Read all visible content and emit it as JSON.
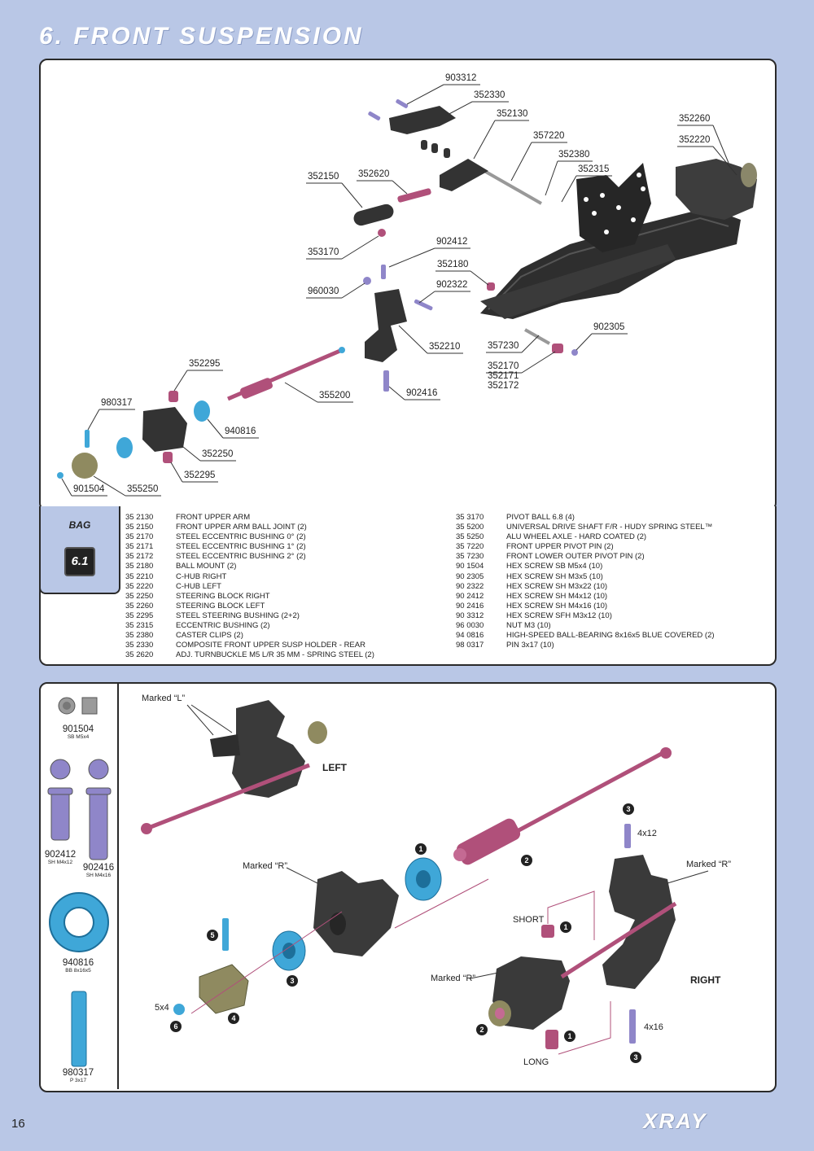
{
  "page": {
    "title": "6. FRONT SUSPENSION",
    "page_number": "16",
    "brand": "XRAY"
  },
  "diagram": {
    "labels": {
      "l903312": "903312",
      "l352330": "352330",
      "l352130": "352130",
      "l357220": "357220",
      "l352380": "352380",
      "l352315": "352315",
      "l352260": "352260",
      "l352220": "352220",
      "l352150": "352150",
      "l352620": "352620",
      "l353170": "353170",
      "l902412": "902412",
      "l352180": "352180",
      "l960030": "960030",
      "l902322": "902322",
      "l902305": "902305",
      "l357230": "357230",
      "l352210": "352210",
      "l352170": "352170",
      "l352171": "352171",
      "l352172": "352172",
      "l352295a": "352295",
      "l355200": "355200",
      "l902416": "902416",
      "l980317": "980317",
      "l940816": "940816",
      "l352250": "352250",
      "l352295b": "352295",
      "l901504": "901504",
      "l355250": "355250"
    }
  },
  "bag": {
    "label": "BAG",
    "number": "6.1"
  },
  "parts_left": [
    {
      "code": "35 2130",
      "desc": "FRONT UPPER ARM"
    },
    {
      "code": "35 2150",
      "desc": "FRONT UPPER ARM BALL JOINT (2)"
    },
    {
      "code": "35 2170",
      "desc": "STEEL ECCENTRIC BUSHING 0° (2)"
    },
    {
      "code": "35 2171",
      "desc": "STEEL ECCENTRIC BUSHING 1° (2)"
    },
    {
      "code": "35 2172",
      "desc": "STEEL ECCENTRIC BUSHING 2° (2)"
    },
    {
      "code": "35 2180",
      "desc": "BALL MOUNT (2)"
    },
    {
      "code": "35 2210",
      "desc": "C-HUB RIGHT"
    },
    {
      "code": "35 2220",
      "desc": "C-HUB LEFT"
    },
    {
      "code": "35 2250",
      "desc": "STEERING BLOCK RIGHT"
    },
    {
      "code": "35 2260",
      "desc": "STEERING BLOCK LEFT"
    },
    {
      "code": "35 2295",
      "desc": "STEEL STEERING BUSHING (2+2)"
    },
    {
      "code": "35 2315",
      "desc": "ECCENTRIC BUSHING (2)"
    },
    {
      "code": "35 2380",
      "desc": "CASTER CLIPS (2)"
    },
    {
      "code": "35 2330",
      "desc": "COMPOSITE FRONT UPPER SUSP HOLDER - REAR"
    },
    {
      "code": "35 2620",
      "desc": "ADJ. TURNBUCKLE M5 L/R 35 MM  - SPRING STEEL (2)"
    }
  ],
  "parts_right": [
    {
      "code": "35 3170",
      "desc": "PIVOT BALL 6.8 (4)"
    },
    {
      "code": "35 5200",
      "desc": "UNIVERSAL DRIVE SHAFT F/R - HUDY SPRING STEEL™"
    },
    {
      "code": "35 5250",
      "desc": "ALU WHEEL AXLE - HARD COATED (2)"
    },
    {
      "code": "35 7220",
      "desc": "FRONT UPPER PIVOT PIN (2)"
    },
    {
      "code": "35 7230",
      "desc": "FRONT LOWER OUTER PIVOT PIN (2)"
    },
    {
      "code": "90 1504",
      "desc": "HEX SCREW  SB M5x4  (10)"
    },
    {
      "code": "90 2305",
      "desc": "HEX SCREW  SH M3x5  (10)"
    },
    {
      "code": "90 2322",
      "desc": "HEX SCREW  SH M3x22  (10)"
    },
    {
      "code": "90 2412",
      "desc": "HEX SCREW  SH M4x12  (10)"
    },
    {
      "code": "90 2416",
      "desc": "HEX SCREW  SH M4x16  (10)"
    },
    {
      "code": "90 3312",
      "desc": "HEX SCREW  SFH M3x12  (10)"
    },
    {
      "code": "96 0030",
      "desc": "NUT M3  (10)"
    },
    {
      "code": "94 0816",
      "desc": "HIGH-SPEED BALL-BEARING 8x16x5 BLUE COVERED (2)"
    },
    {
      "code": "98 0317",
      "desc": "PIN 3x17  (10)"
    }
  ],
  "side_parts": {
    "p901504": {
      "code": "901504",
      "sub": "SB M5x4"
    },
    "p902412": {
      "code": "902412",
      "sub": "SH M4x12"
    },
    "p902416": {
      "code": "902416",
      "sub": "SH M4x16"
    },
    "p940816": {
      "code": "940816",
      "sub": "BB 8x16x5"
    },
    "p980317": {
      "code": "980317",
      "sub": "P 3x17"
    }
  },
  "assembly": {
    "marked_l": "Marked “L”",
    "marked_r1": "Marked “R”",
    "marked_r2": "Marked “R”",
    "marked_r3": "Marked “R”",
    "left": "LEFT",
    "right": "RIGHT",
    "short": "SHORT",
    "long": "LONG",
    "dim_4x12": "4x12",
    "dim_4x16": "4x16",
    "dim_5x4": "5x4",
    "steps": {
      "s1a": "1",
      "s2a": "2",
      "s3a": "3",
      "s4": "4",
      "s5": "5",
      "s6": "6",
      "s3b": "3",
      "s1b": "1",
      "s2b": "2",
      "s1c": "1",
      "s3c": "3"
    }
  },
  "colors": {
    "background": "#b9c7e6",
    "part_dark": "#3a3a3a",
    "part_magenta": "#b0507a",
    "part_blue": "#3fa7d8",
    "part_violet": "#8f86c9",
    "part_gold": "#8f8a60"
  }
}
